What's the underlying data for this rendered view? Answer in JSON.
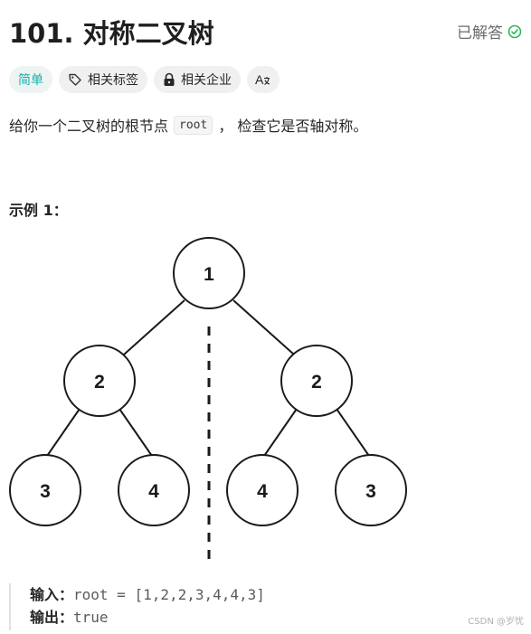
{
  "problem": {
    "title": "101. 对称二叉树",
    "status": "已解答"
  },
  "tags": {
    "difficulty": "简单",
    "related_tags": "相关标签",
    "related_companies": "相关企业"
  },
  "description": {
    "before": "给你一个二叉树的根节点",
    "code": "root",
    "after": "， 检查它是否轴对称。"
  },
  "example": {
    "title": "示例 1：",
    "tree_nodes": [
      "1",
      "2",
      "2",
      "3",
      "4",
      "4",
      "3"
    ],
    "input_label": "输入：",
    "input_value": "root = [1,2,2,3,4,4,3]",
    "output_label": "输出：",
    "output_value": "true"
  },
  "watermark": "CSDN @岁忧",
  "colors": {
    "solved_green": "#2db55d",
    "difficulty_teal": "#15b3ad"
  },
  "icons": {
    "solved": "check-circle-icon",
    "tag": "tag-icon",
    "lock": "lock-icon",
    "translate": "translate-icon"
  }
}
